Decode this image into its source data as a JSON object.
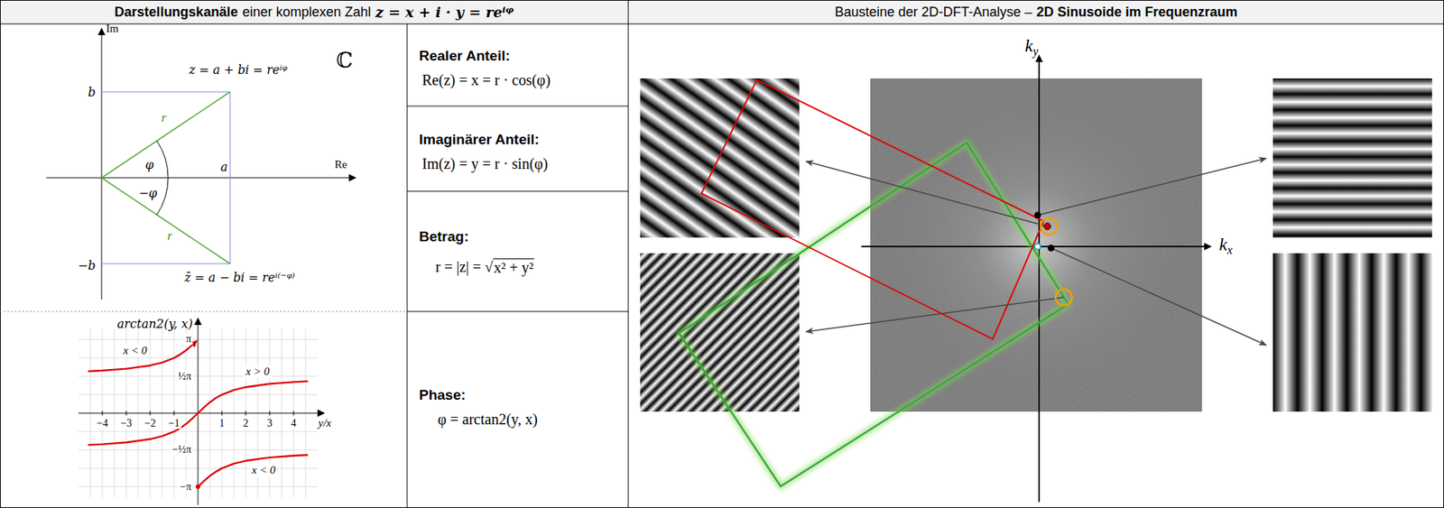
{
  "diagram": {
    "labels": [
      "Darstellungskanäle",
      "einer komplexen Zahl",
      "z = x + i · y = reⁱᵠ",
      "Bausteine der 2D-DFT-Analyse –",
      "2D Sinusoide im Frequenzraum",
      "Im",
      "ℂ",
      "b",
      "z = a + bi = reⁱᵠ",
      "r",
      "φ",
      "a",
      "Re",
      "−φ",
      "r",
      "−b",
      "z̄ = a − bi = reⁱ⁽⁻ᵠ⁾",
      "arctan2(y, x)",
      "π",
      "½π",
      "x < 0",
      "x > 0",
      "−4",
      "−3",
      "−2",
      "−1",
      "1",
      "2",
      "3",
      "4",
      "y/x",
      "−½π",
      "x < 0",
      "−π",
      "Realer Anteil:",
      "Re(z) = x = r · cos(φ)",
      "Imaginärer Anteil:",
      "Im(z) = y = r · sin(φ)",
      "Betrag:",
      "r = |z| = √",
      "x² + y²",
      "Phase:",
      "φ = arctan2(y, x)",
      "k",
      "y",
      "k",
      "x"
    ]
  }
}
